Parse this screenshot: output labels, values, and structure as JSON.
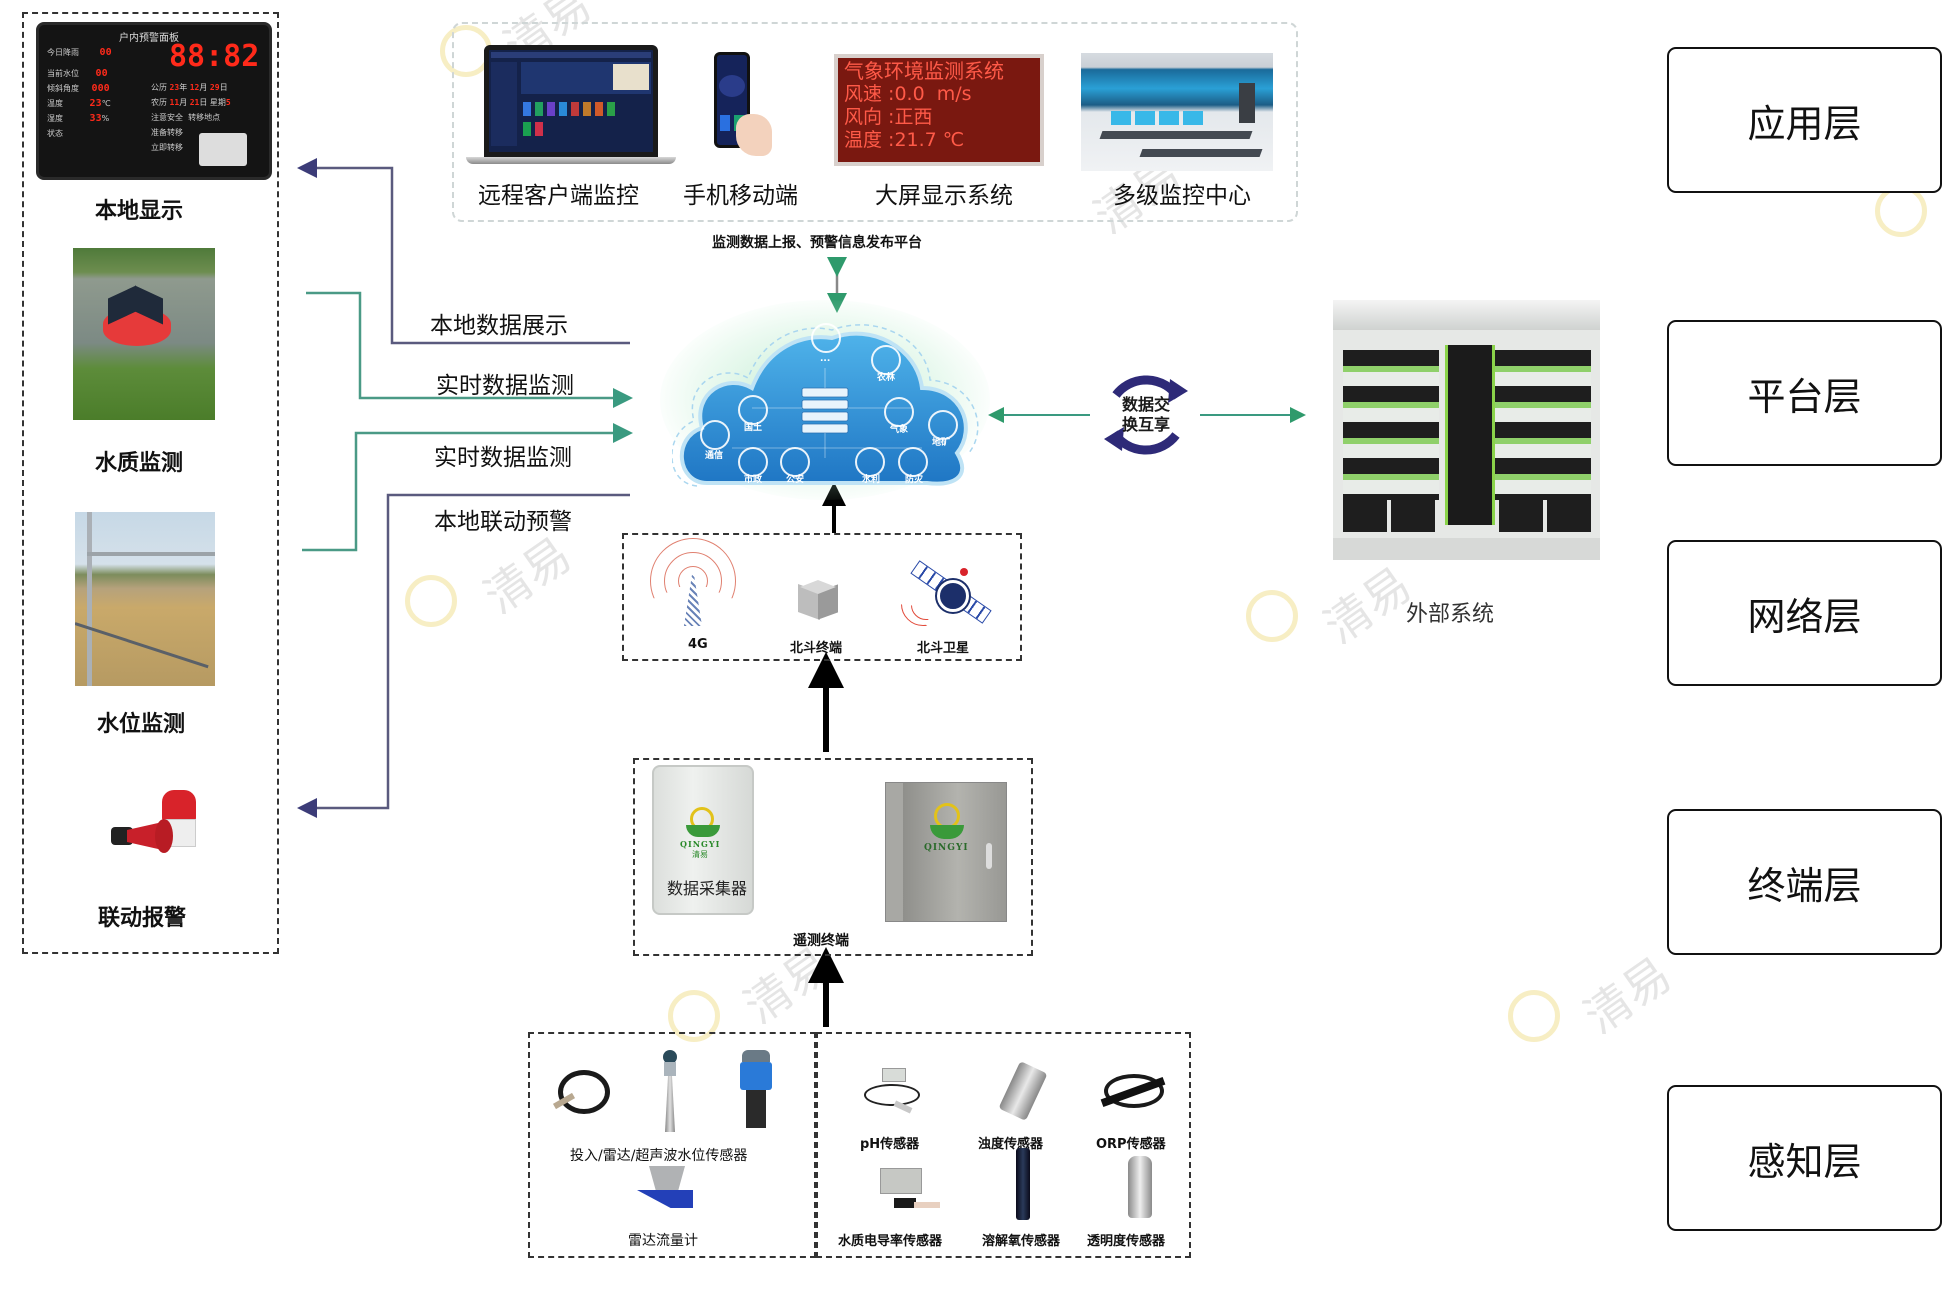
{
  "layers": [
    "应用层",
    "平台层",
    "网络层",
    "终端层",
    "感知层"
  ],
  "application": {
    "items": [
      {
        "label": "远程客户端监控",
        "icon": "laptop-dashboard-icon"
      },
      {
        "label": "手机移动端",
        "icon": "mobile-phone-icon"
      },
      {
        "label": "大屏显示系统",
        "icon": "led-screen-icon"
      },
      {
        "label": "多级监控中心",
        "icon": "control-room-icon"
      }
    ],
    "led_screen": {
      "title": "气象环境监测系统",
      "lines": [
        "风速 :0.0  m/s",
        "风向 :正西",
        "温度 :21.7 ℃"
      ]
    }
  },
  "platform": {
    "caption": "监测数据上报、预警信息发布平台",
    "cloud_sectors": [
      "...",
      "农林",
      "国土",
      "气象",
      "地矿",
      "通信",
      "市政",
      "公安",
      "水利",
      "防灾"
    ],
    "exchange_label_line1": "数据交",
    "exchange_label_line2": "换互享",
    "external_system": "外部系统"
  },
  "network": {
    "items": [
      {
        "label": "4G",
        "icon": "cell-tower-icon"
      },
      {
        "label": "北斗终端",
        "icon": "beidou-terminal-icon"
      },
      {
        "label": "北斗卫星",
        "icon": "satellite-icon"
      }
    ]
  },
  "terminal": {
    "collector_label": "数据采集器",
    "brand": "QINGYI",
    "brand_cn": "清易",
    "group_label": "遥测终端"
  },
  "sensing": {
    "water_level_group": {
      "label": "投入/雷达/超声波水位传感器",
      "flowmeter_label": "雷达流量计"
    },
    "water_quality_group": [
      "pH传感器",
      "浊度传感器",
      "ORP传感器",
      "水质电导率传感器",
      "溶解氧传感器",
      "透明度传感器"
    ]
  },
  "local": {
    "items": [
      {
        "label": "本地显示",
        "icon": "warning-panel-icon"
      },
      {
        "label": "水质监测",
        "icon": "buoy-photo-icon"
      },
      {
        "label": "水位监测",
        "icon": "water-level-station-photo-icon"
      },
      {
        "label": "联动报警",
        "icon": "siren-alarm-icon"
      }
    ],
    "panel": {
      "title": "户内预警面板",
      "clock": "88:82",
      "rows": [
        {
          "label": "今日降雨",
          "value": "00"
        },
        {
          "label": "当前水位",
          "value": "00"
        },
        {
          "label": "倾斜角度",
          "value": "000"
        },
        {
          "label": "温度",
          "value": "23",
          "unit": "℃"
        },
        {
          "label": "湿度",
          "value": "33",
          "unit": "%"
        },
        {
          "label": "状态",
          "value": ""
        }
      ],
      "date_gl": [
        "23",
        "12",
        "29"
      ],
      "date_nl": [
        "11",
        "21",
        "5"
      ],
      "notes": [
        "注意安全",
        "转移地点",
        "准备转移",
        "立即转移"
      ]
    }
  },
  "flows": [
    {
      "label": "本地数据展示",
      "direction": "to-local"
    },
    {
      "label": "实时数据监测",
      "direction": "to-platform"
    },
    {
      "label": "实时数据监测",
      "direction": "to-platform"
    },
    {
      "label": "本地联动预警",
      "direction": "to-local"
    }
  ],
  "watermark": "清易",
  "colors": {
    "teal_line": "#3a9a80",
    "purple_line": "#4a4a7c",
    "cloud_blue": "#2d8fd6",
    "exchange_ring": "#2e2a78",
    "alarm_red": "#d8232a"
  }
}
